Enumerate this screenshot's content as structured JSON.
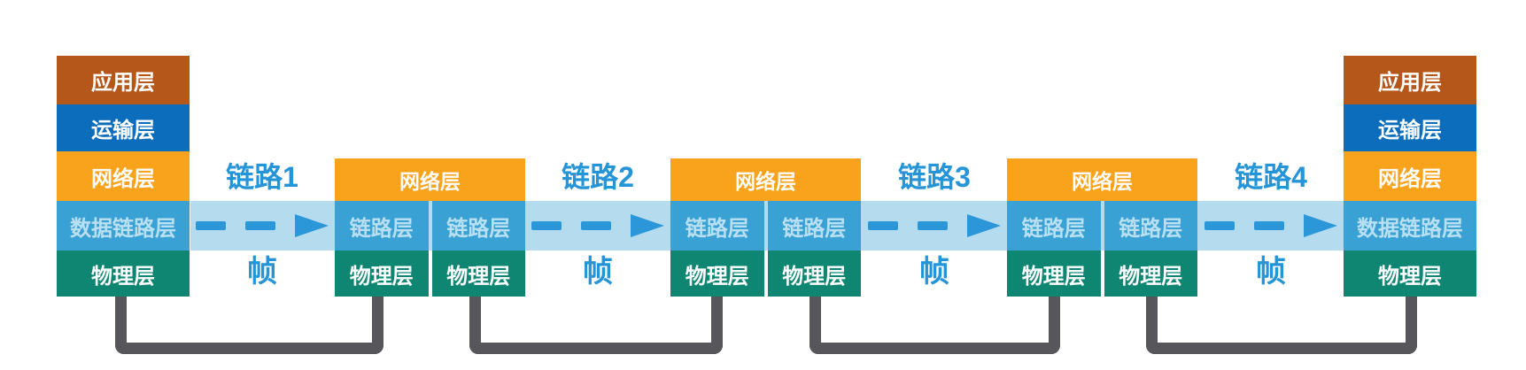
{
  "diagram": {
    "type": "network-protocol-layers-link-diagram",
    "hosts": [
      {
        "id": "host-left",
        "layers": [
          "应用层",
          "运输层",
          "网络层",
          "数据链路层",
          "物理层"
        ]
      },
      {
        "id": "host-right",
        "layers": [
          "应用层",
          "运输层",
          "网络层",
          "数据链路层",
          "物理层"
        ]
      }
    ],
    "routers": [
      {
        "network": "网络层",
        "link_left": "链路层",
        "link_right": "链路层",
        "phys_left": "物理层",
        "phys_right": "物理层"
      },
      {
        "network": "网络层",
        "link_left": "链路层",
        "link_right": "链路层",
        "phys_left": "物理层",
        "phys_right": "物理层"
      },
      {
        "network": "网络层",
        "link_left": "链路层",
        "link_right": "链路层",
        "phys_left": "物理层",
        "phys_right": "物理层"
      }
    ],
    "links": [
      {
        "name": "链路1",
        "frame": "帧"
      },
      {
        "name": "链路2",
        "frame": "帧"
      },
      {
        "name": "链路3",
        "frame": "帧"
      },
      {
        "name": "链路4",
        "frame": "帧"
      }
    ],
    "colors": {
      "application_layer": "#B5571B",
      "transport_layer": "#0C6DBD",
      "network_layer": "#F9A21B",
      "datalink_layer": "#39A1D3",
      "physical_layer": "#0E8672",
      "link_band": "#B5DBEE",
      "arrow_and_labels": "#2595D7",
      "cable": "#57565A"
    }
  }
}
